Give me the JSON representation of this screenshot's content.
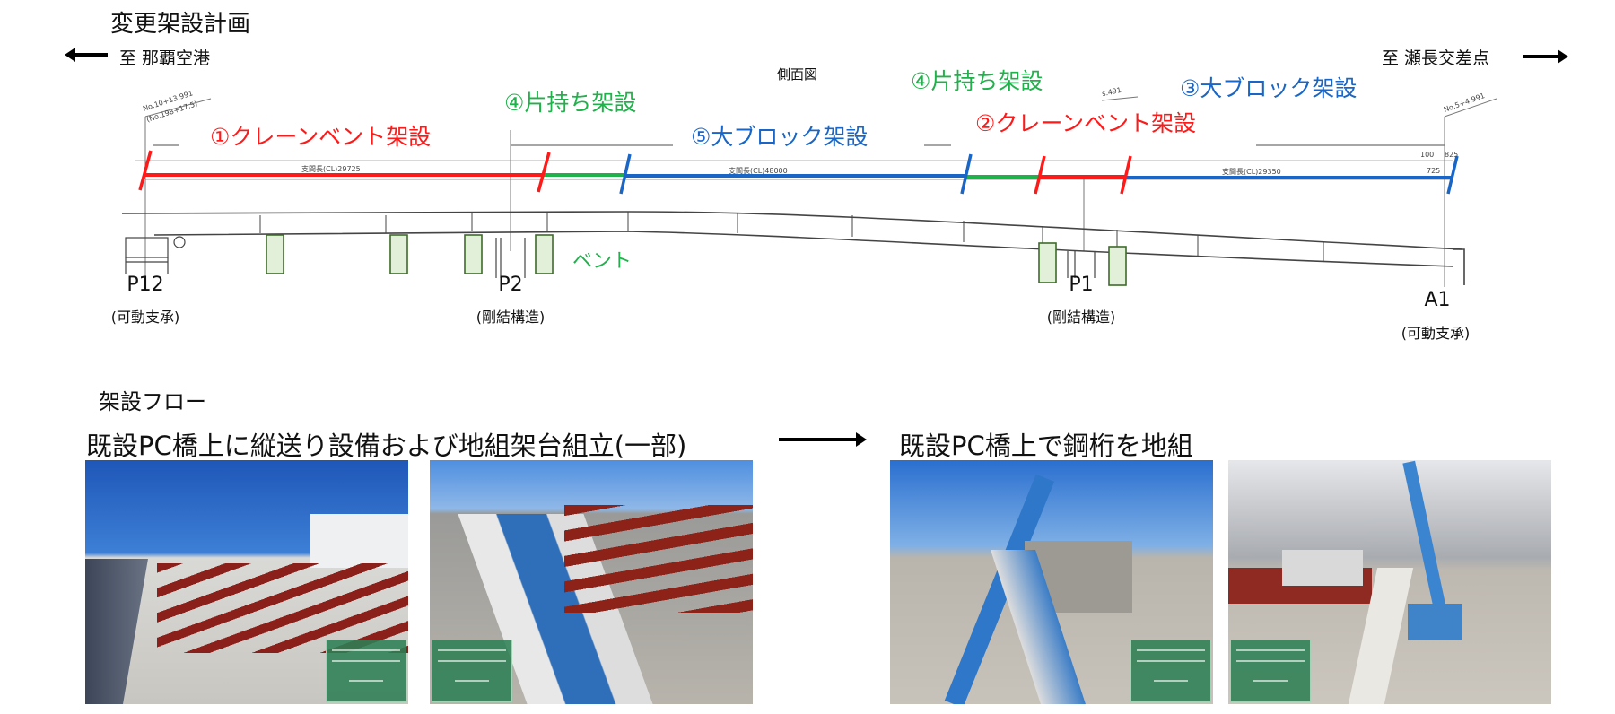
{
  "title": "変更架設計画",
  "direction_left": "至 那覇空港",
  "direction_right": "至 瀬長交差点",
  "side_view_label": "側面図",
  "stages": {
    "s1": "①クレーンベント架設",
    "s4a": "④片持ち架設",
    "s5": "⑤大ブロック架設",
    "s4b": "④片持ち架設",
    "s2": "②クレーンベント架設",
    "s3": "③大ブロック架設"
  },
  "drawing_notes": {
    "station_left": "No.10+13.991",
    "station_left_alt": "(No.198+17.5)",
    "span1": "支間長(CL)29725",
    "span2": "支間長(CL)48000",
    "span3": "支間長(CL)29350",
    "station_mid": "s.491",
    "station_right": "No.5+4.991",
    "dim_100": "100",
    "dim_825": "825",
    "dim_725": "725"
  },
  "vent_label": "ベント",
  "piers": [
    {
      "name": "P12",
      "type": "(可動支承)"
    },
    {
      "name": "P2",
      "type": "(剛結構造)"
    },
    {
      "name": "P1",
      "type": "(剛結構造)"
    },
    {
      "name": "A1",
      "type": "(可動支承)"
    }
  ],
  "flow": {
    "heading": "架設フロー",
    "step1": "既設PC橋上に縦送り設備および地組架台組立(一部)",
    "step2": "既設PC橋上で鋼桁を地組"
  },
  "colors": {
    "red": "#ff1a1a",
    "green": "#1fb24a",
    "blue": "#1a66c6",
    "vent_fill": "#e2efd9",
    "vent_stroke": "#3e6b2a"
  }
}
